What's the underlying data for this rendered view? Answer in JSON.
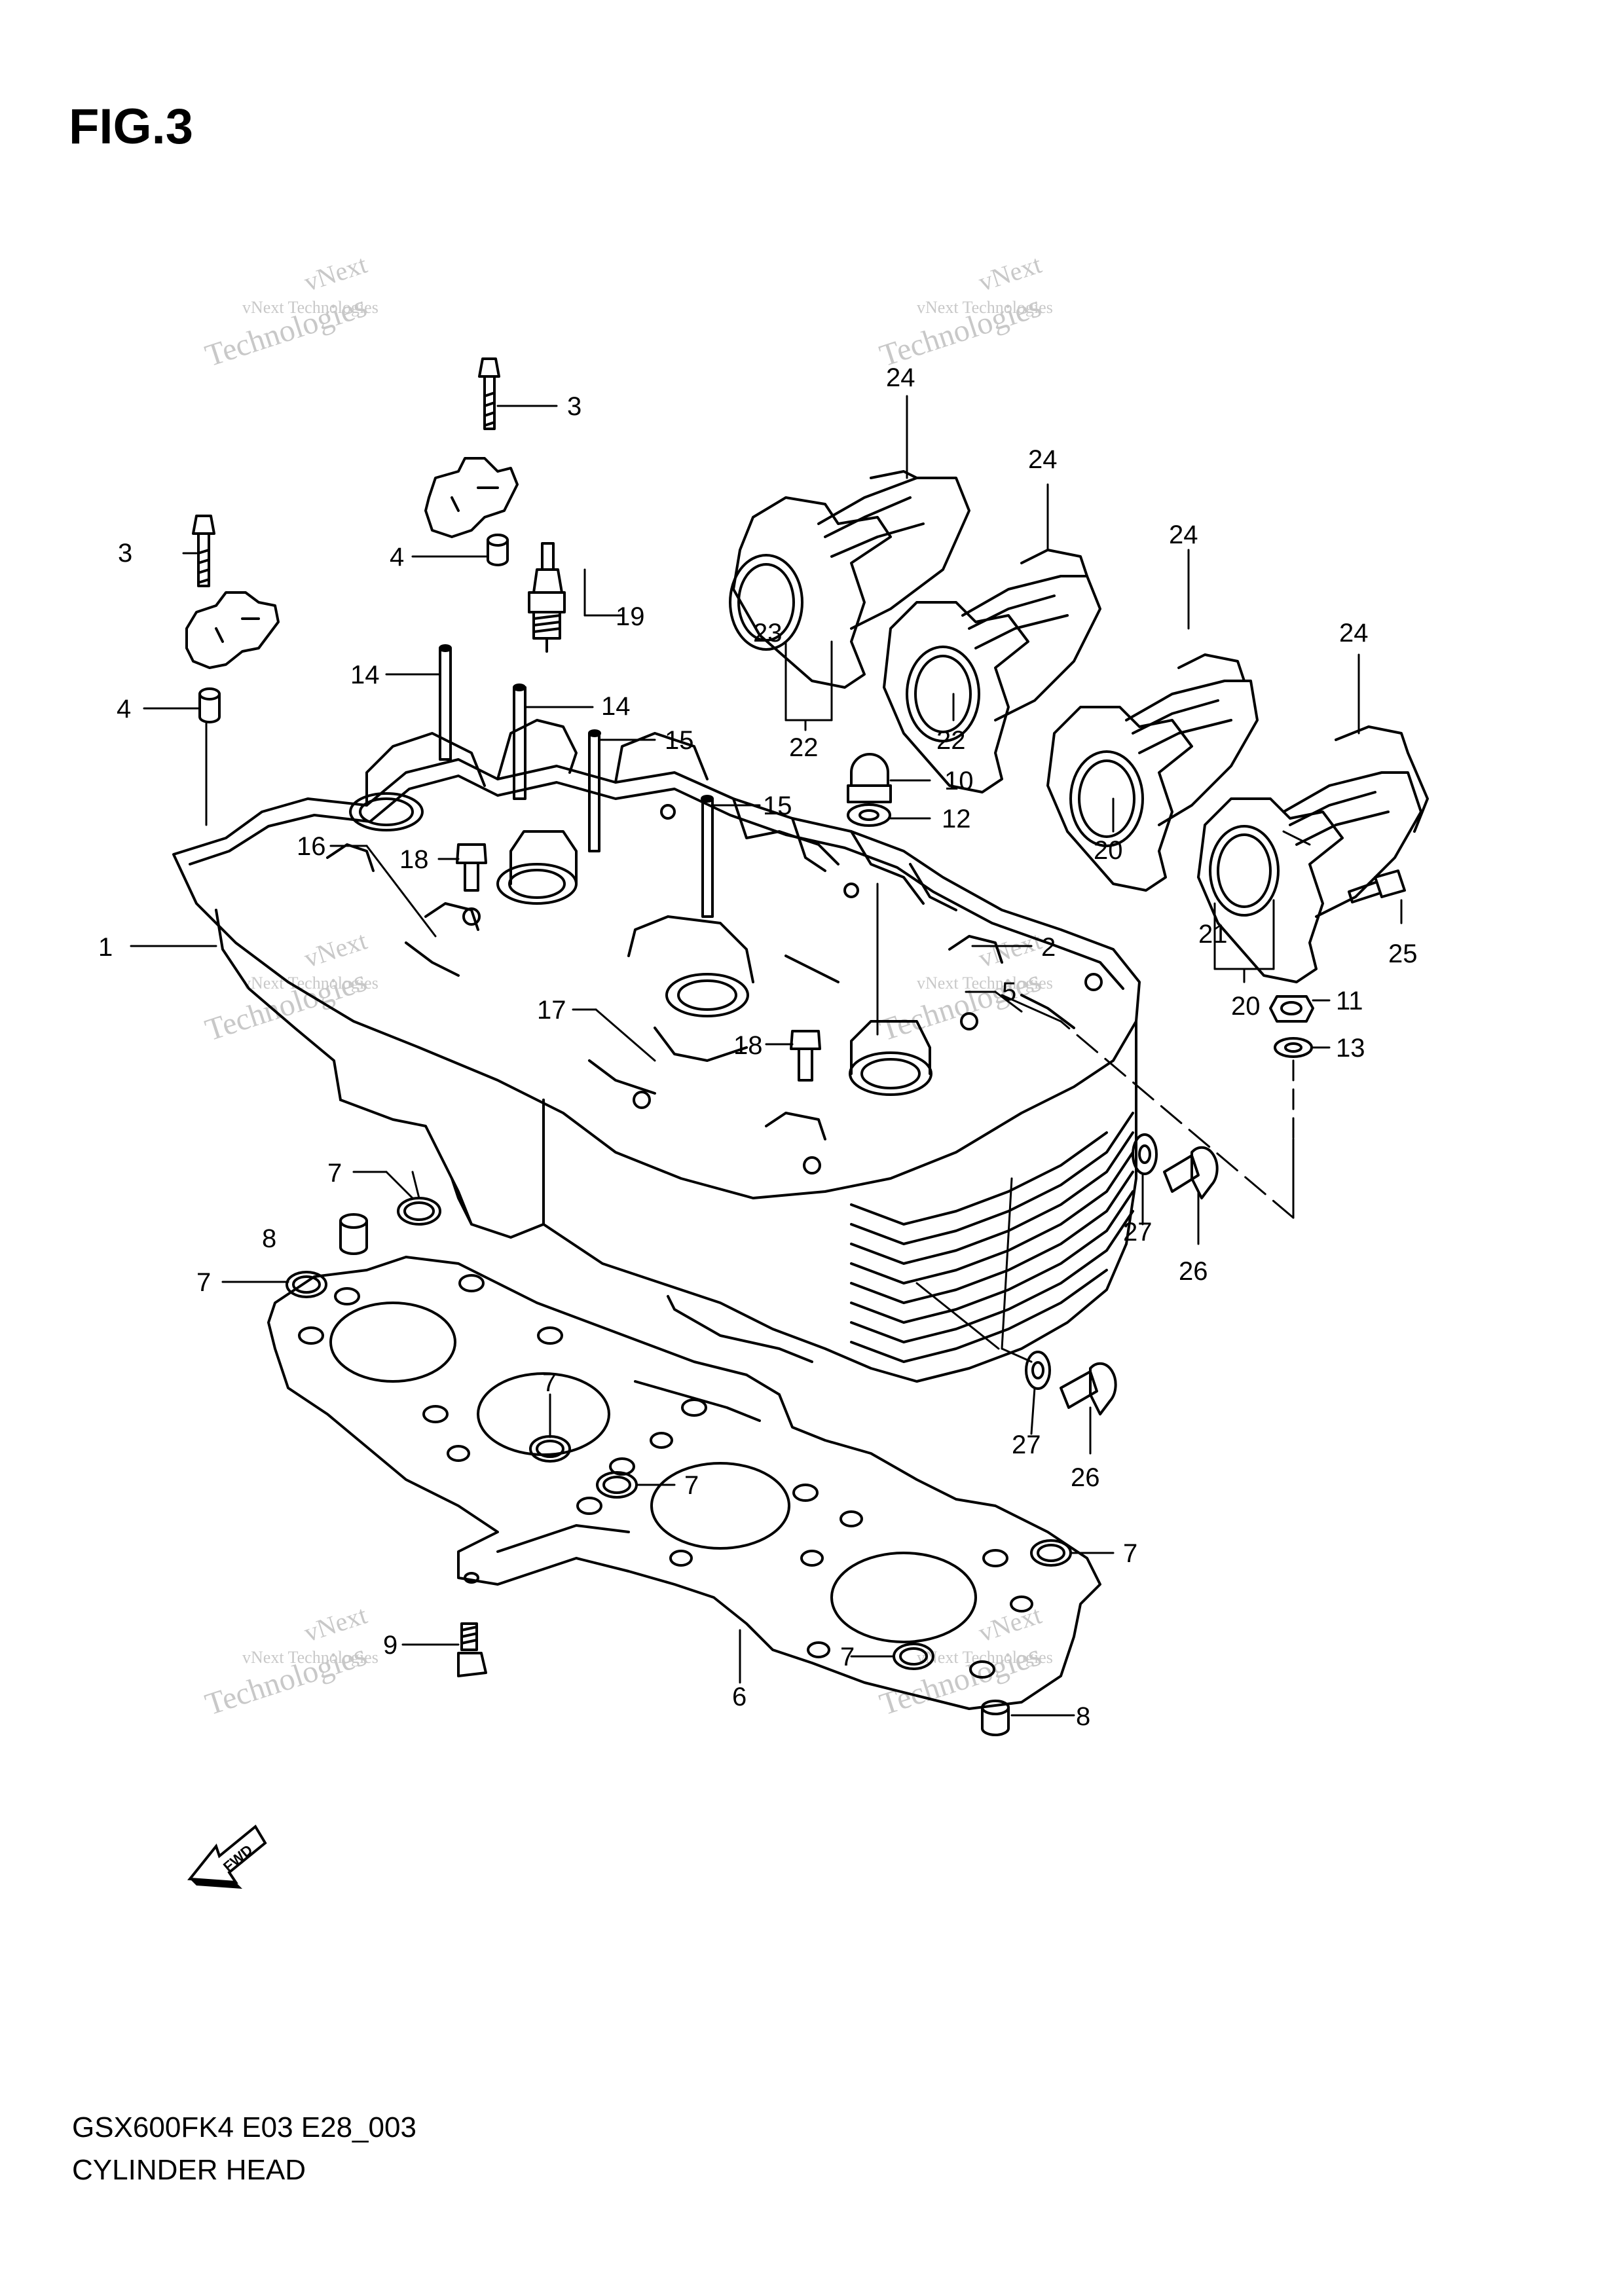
{
  "figure": {
    "title": "FIG.3"
  },
  "footer": {
    "model_code": "GSX600FK4 E03 E28_003",
    "caption": "CYLINDER HEAD"
  },
  "fwd_badge": "FWD",
  "watermark": {
    "line1": "vNext Technologies",
    "line2": "vNext",
    "line3": "Technologies"
  },
  "callouts": [
    {
      "label": "1"
    },
    {
      "label": "2"
    },
    {
      "label": "3"
    },
    {
      "label": "3"
    },
    {
      "label": "4"
    },
    {
      "label": "4"
    },
    {
      "label": "5"
    },
    {
      "label": "6"
    },
    {
      "label": "7"
    },
    {
      "label": "7"
    },
    {
      "label": "7"
    },
    {
      "label": "7"
    },
    {
      "label": "7"
    },
    {
      "label": "7"
    },
    {
      "label": "8"
    },
    {
      "label": "8"
    },
    {
      "label": "9"
    },
    {
      "label": "10"
    },
    {
      "label": "11"
    },
    {
      "label": "12"
    },
    {
      "label": "13"
    },
    {
      "label": "14"
    },
    {
      "label": "14"
    },
    {
      "label": "15"
    },
    {
      "label": "15"
    },
    {
      "label": "16"
    },
    {
      "label": "17"
    },
    {
      "label": "18"
    },
    {
      "label": "18"
    },
    {
      "label": "19"
    },
    {
      "label": "20"
    },
    {
      "label": "20"
    },
    {
      "label": "21"
    },
    {
      "label": "22"
    },
    {
      "label": "22"
    },
    {
      "label": "23"
    },
    {
      "label": "24"
    },
    {
      "label": "24"
    },
    {
      "label": "24"
    },
    {
      "label": "24"
    },
    {
      "label": "25"
    },
    {
      "label": "26"
    },
    {
      "label": "26"
    },
    {
      "label": "27"
    },
    {
      "label": "27"
    }
  ],
  "colors": {
    "line": "#000000",
    "watermark": "#c8c8c8",
    "background": "#ffffff"
  }
}
